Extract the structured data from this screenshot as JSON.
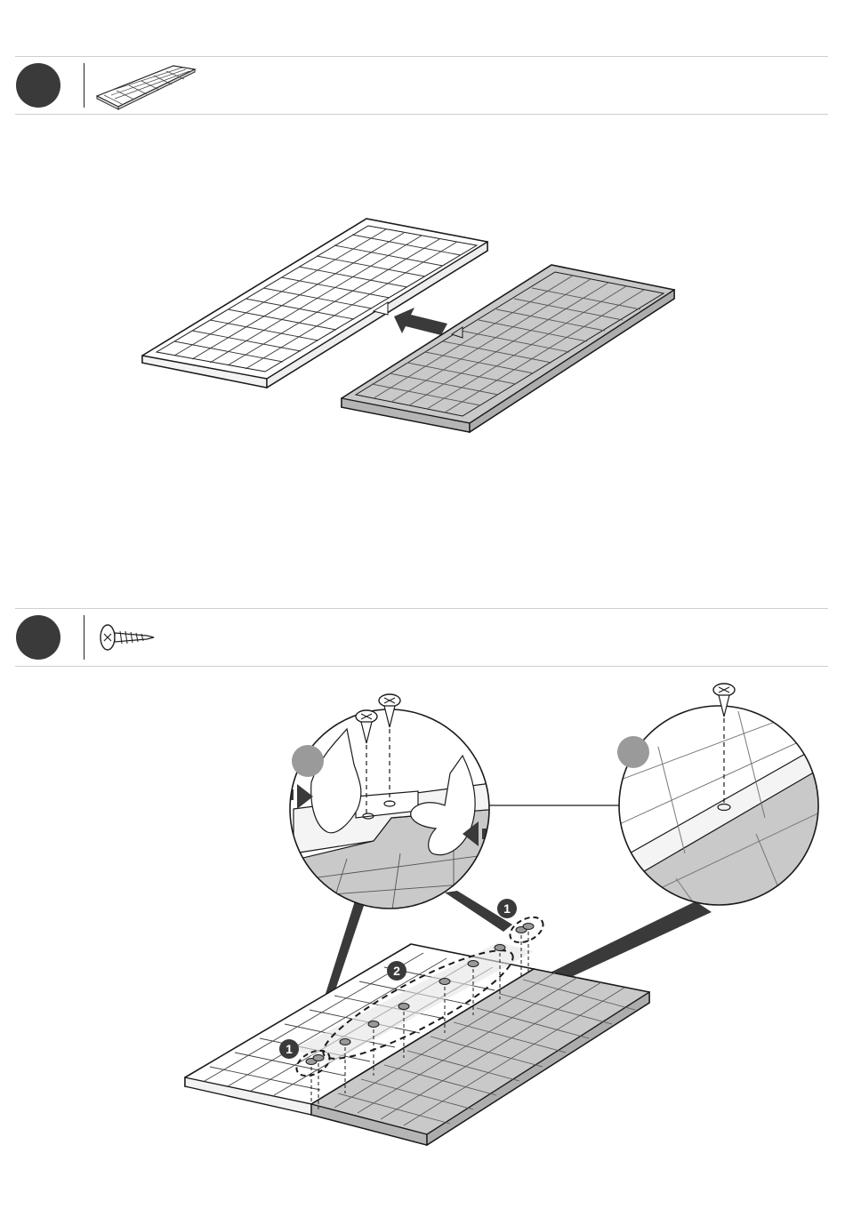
{
  "steps": [
    {
      "number": "",
      "part_icon": "floor-panel-icon"
    },
    {
      "number": "",
      "part_icon": "screw-icon"
    }
  ],
  "callouts": {
    "screw_group_1a": "1",
    "screw_group_2": "2",
    "screw_group_1b": "1",
    "detail_a": "",
    "detail_b": ""
  },
  "colors": {
    "badge": "#3a3a3a",
    "panel_gray": "#c9c9c9",
    "panel_light": "#f2f2f2",
    "arrow": "#3a3a3a"
  }
}
